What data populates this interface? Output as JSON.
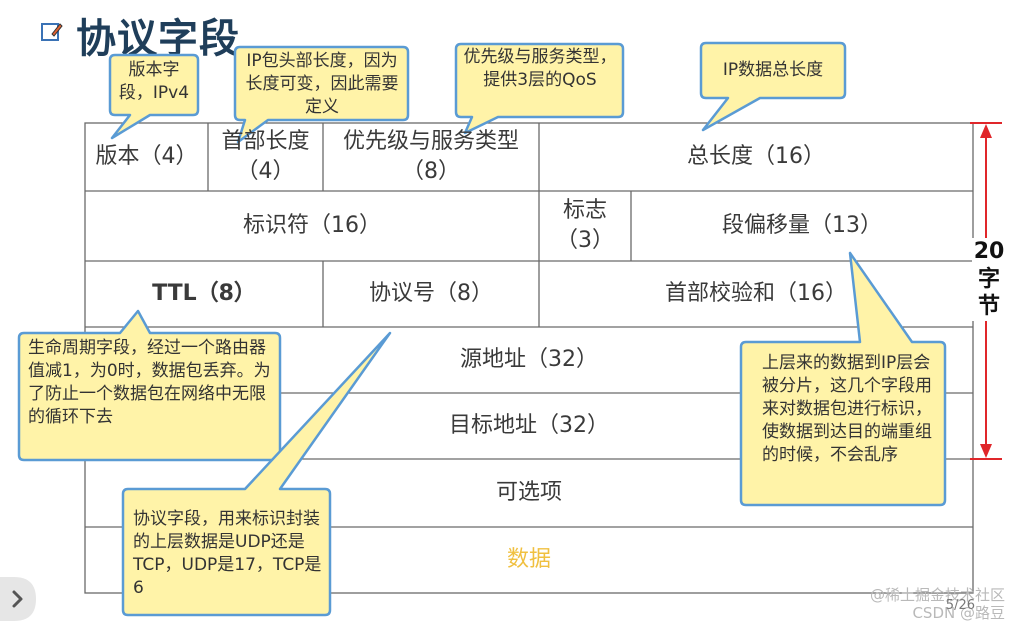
{
  "title": "协议字段",
  "header_row": {
    "version": "版本（4）",
    "header_len": "首部长度（4）",
    "tos": "优先级与服务类型（8）",
    "total_len": "总长度（16）"
  },
  "row2": {
    "id": "标识符（16）",
    "flags": "标志（3）",
    "offset": "段偏移量（13）"
  },
  "row3": {
    "ttl": "TTL（8）",
    "protocol": "协议号（8）",
    "checksum": "首部校验和（16）"
  },
  "row4": {
    "src": "源地址（32）"
  },
  "row5": {
    "dst": "目标地址（32）"
  },
  "row6": {
    "options": "可选项"
  },
  "row7": {
    "data": "数据"
  },
  "side_label": "20字节",
  "callouts": {
    "version": "版本字段，IPv4",
    "header_len": "IP包头部长度，因为长度可变，因此需要定义",
    "tos": "优先级与服务类型，提供3层的QoS",
    "total_len": "IP数据总长度",
    "ttl": "生命周期字段，经过一个路由器值减1，为0时，数据包丢弃。为了防止一个数据包在网络中无限的循环下去",
    "protocol": "协议字段，用来标识封装的上层数据是UDP还是TCP，UDP是17，TCP是6",
    "fragment": "上层来的数据到IP层会被分片，这几个字段用来对数据包进行标识，使数据到达目的端重组的时候，不会乱序"
  },
  "watermark": "@稀土掘金技术社区",
  "watermark2": "CSDN @路豆",
  "page_num": "5/26",
  "colors": {
    "title": "#1f3e5a",
    "callout_fill": "#fff3a8",
    "callout_stroke": "#5a9bd4",
    "arrow": "#e0262a",
    "data_text": "#f0c040"
  }
}
